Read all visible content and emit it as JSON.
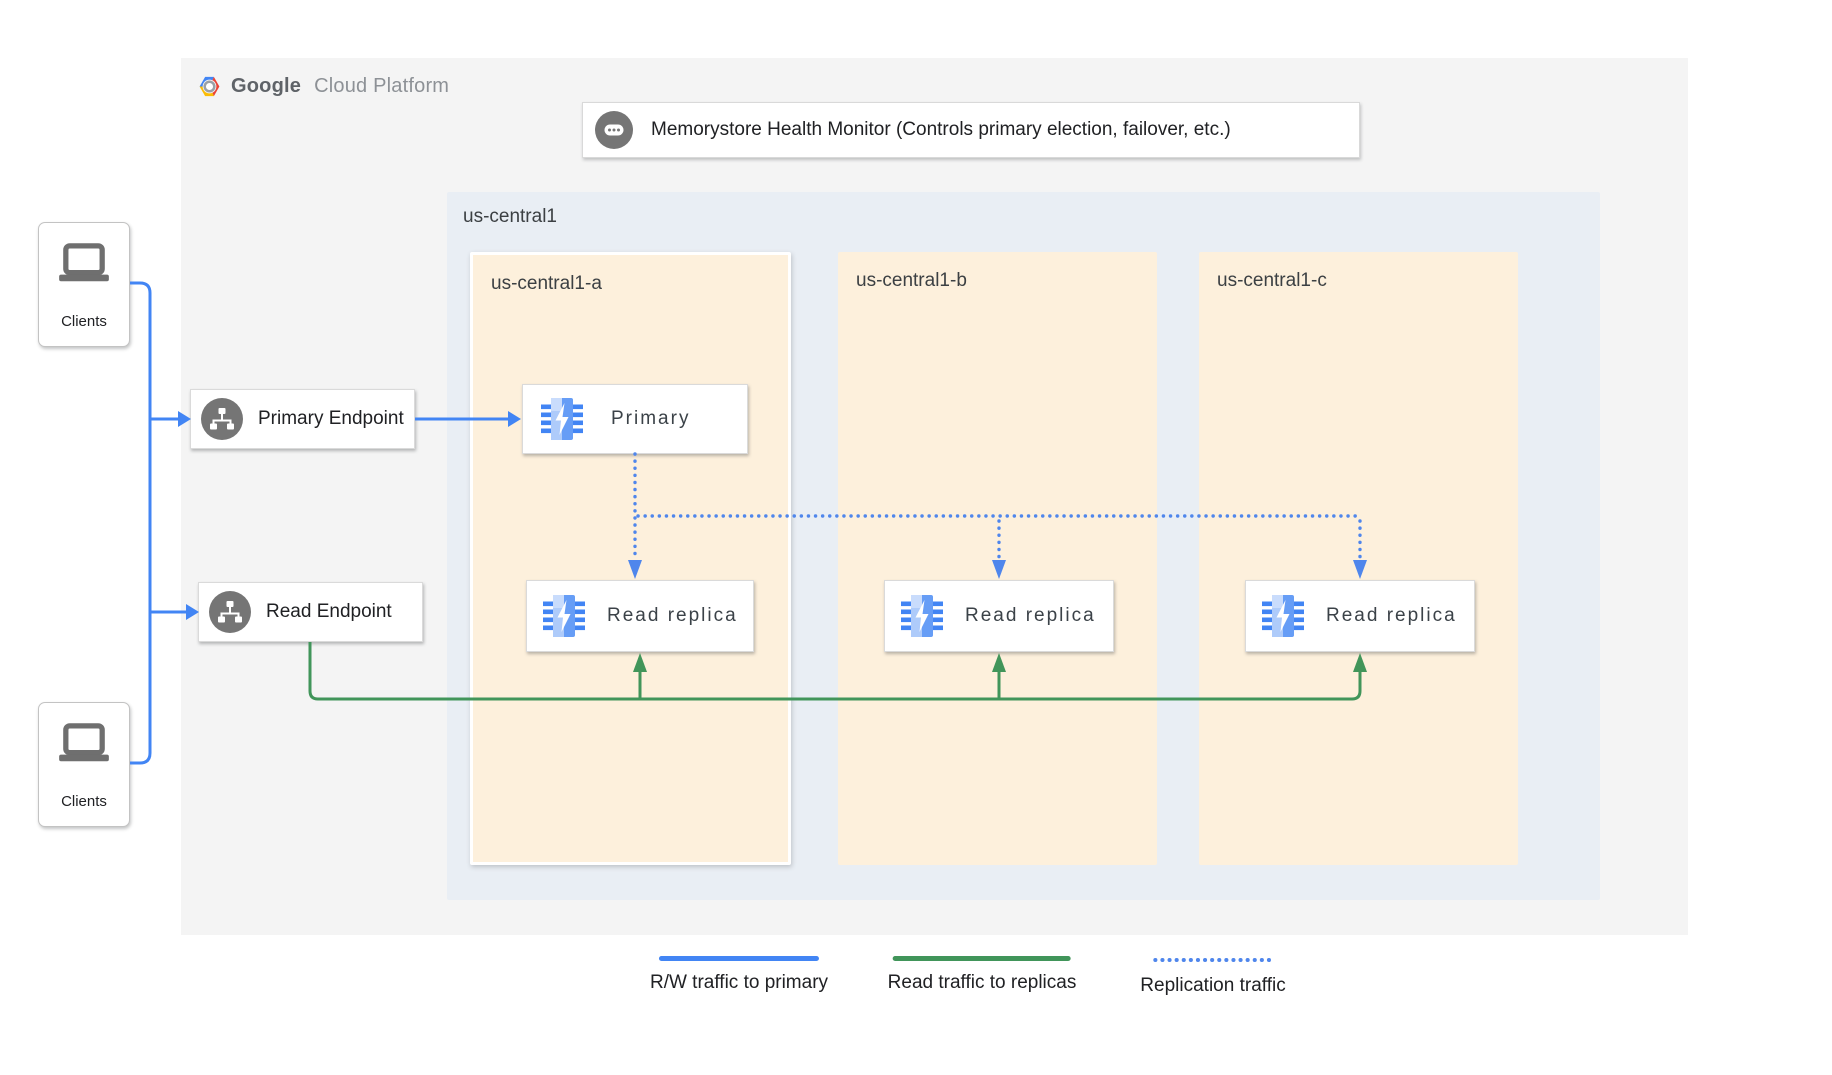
{
  "colors": {
    "blue": "#4285f4",
    "replication_blue": "#4f86ec",
    "green": "#41955a",
    "panel_bg": "#f4f4f4",
    "region_bg": "#e9eef4",
    "zone_bg": "#fdf0dc",
    "icon_gray": "#757575",
    "text_dark": "#202124",
    "text_medium": "#3c4043",
    "logo_gray": "#5f6368",
    "logo_light_gray": "#8d9196"
  },
  "icons": {
    "logo": "gcp-hexagon-logo",
    "monitor": "ellipsis-badge-icon",
    "endpoint": "network-sitemap-icon",
    "instance": "memorystore-chip-icon",
    "client": "laptop-icon"
  },
  "header": {
    "logo_bold": "Google",
    "logo_light": "Cloud Platform"
  },
  "monitor": {
    "label": "Memorystore Health Monitor (Controls primary election, failover, etc.)"
  },
  "region": {
    "label": "us-central1",
    "zones": [
      {
        "label": "us-central1-a",
        "primary": "Primary",
        "replica": "Read replica"
      },
      {
        "label": "us-central1-b",
        "replica": "Read replica"
      },
      {
        "label": "us-central1-c",
        "replica": "Read replica"
      }
    ]
  },
  "endpoints": {
    "primary": "Primary Endpoint",
    "read": "Read Endpoint"
  },
  "clients": {
    "top": {
      "label": "Clients"
    },
    "bottom": {
      "label": "Clients"
    }
  },
  "legend": {
    "rw": "R/W traffic to primary",
    "read": "Read traffic to replicas",
    "replication": "Replication traffic"
  }
}
